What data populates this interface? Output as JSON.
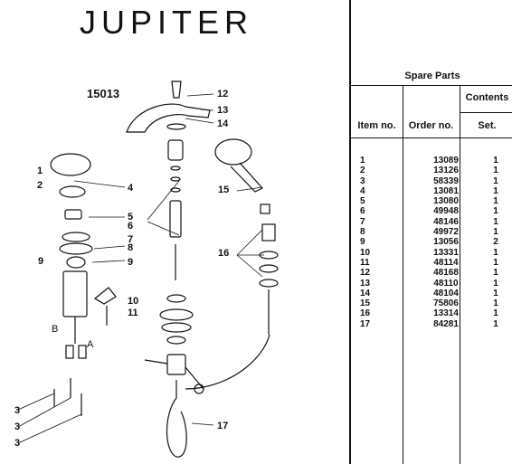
{
  "header": {
    "brand": "JUPITER",
    "model": "15013"
  },
  "callouts": [
    "1",
    "2",
    "3",
    "3",
    "3",
    "4",
    "5",
    "6",
    "7",
    "8",
    "9",
    "9",
    "10",
    "11",
    "12",
    "13",
    "14",
    "15",
    "16",
    "17",
    "B",
    "A"
  ],
  "table": {
    "title": "Spare Parts",
    "columns": {
      "item": "Item no.",
      "order": "Order no.",
      "contents": "Contents",
      "set": "Set."
    },
    "rows": [
      {
        "item": "1",
        "order": "13089",
        "set": "1"
      },
      {
        "item": "2",
        "order": "13126",
        "set": "1"
      },
      {
        "item": "3",
        "order": "58339",
        "set": "1"
      },
      {
        "item": "4",
        "order": "13081",
        "set": "1"
      },
      {
        "item": "5",
        "order": "13080",
        "set": "1"
      },
      {
        "item": "6",
        "order": "49948",
        "set": "1"
      },
      {
        "item": "7",
        "order": "48146",
        "set": "1"
      },
      {
        "item": "8",
        "order": "49972",
        "set": "1"
      },
      {
        "item": "9",
        "order": "13056",
        "set": "2"
      },
      {
        "item": "10",
        "order": "13331",
        "set": "1"
      },
      {
        "item": "11",
        "order": "48114",
        "set": "1"
      },
      {
        "item": "12",
        "order": "48168",
        "set": "1"
      },
      {
        "item": "13",
        "order": "48110",
        "set": "1"
      },
      {
        "item": "14",
        "order": "48104",
        "set": "1"
      },
      {
        "item": "15",
        "order": "75806",
        "set": "1"
      },
      {
        "item": "16",
        "order": "13314",
        "set": "1"
      },
      {
        "item": "17",
        "order": "84281",
        "set": "1"
      }
    ]
  }
}
